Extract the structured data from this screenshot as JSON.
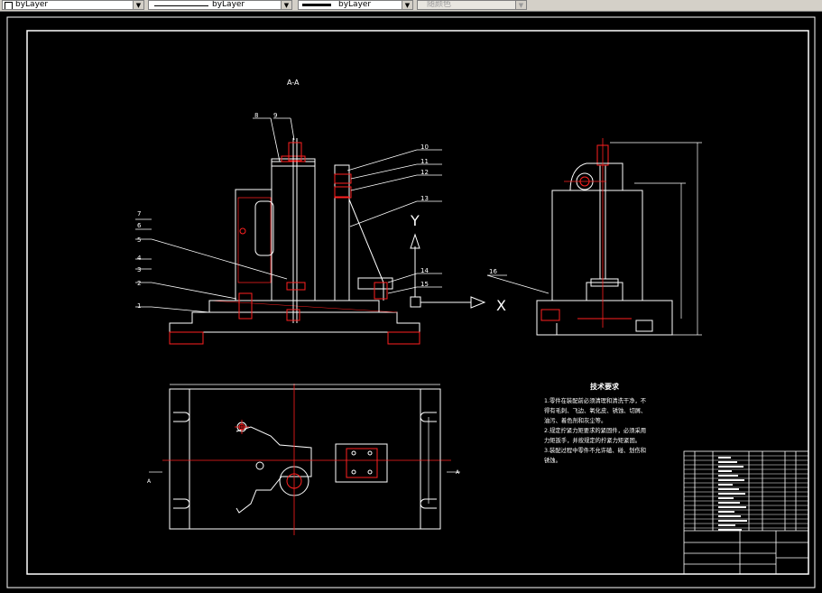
{
  "toolbar": {
    "layer_label": "byLayer",
    "linetype_label": "byLayer",
    "lineweight_label": "byLayer",
    "plotstyle_label": "随颜色"
  },
  "drawing": {
    "section_title": "A-A",
    "axis_y": "Y",
    "axis_x": "X",
    "part_numbers_left": [
      "7",
      "6",
      "5",
      "4",
      "3",
      "2",
      "1"
    ],
    "part_numbers_top": [
      "8",
      "9"
    ],
    "part_numbers_right": [
      "10",
      "11",
      "12",
      "13",
      "14",
      "15"
    ],
    "part_number_side": "16",
    "tech_title": "技术要求",
    "tech_lines": [
      "1.零件在装配前必须清理和清洗干净，不",
      "得有毛刺、飞边、氧化皮、锈蚀、切屑、",
      "油污、着色剂和灰尘等。",
      "2.规定拧紧力矩要求的紧固件，必须采用",
      "力矩扳手，并按规定的拧紧力矩紧固。",
      "3.装配过程中零件不允许磕、碰、划伤和",
      "锈蚀。"
    ],
    "section_marker_left": "A",
    "section_marker_right": "A"
  },
  "colors": {
    "line": "#ffffff",
    "centerline": "#ff2020",
    "hatch": "#ff2020",
    "dimension": "#ffffff",
    "background": "#000000"
  }
}
